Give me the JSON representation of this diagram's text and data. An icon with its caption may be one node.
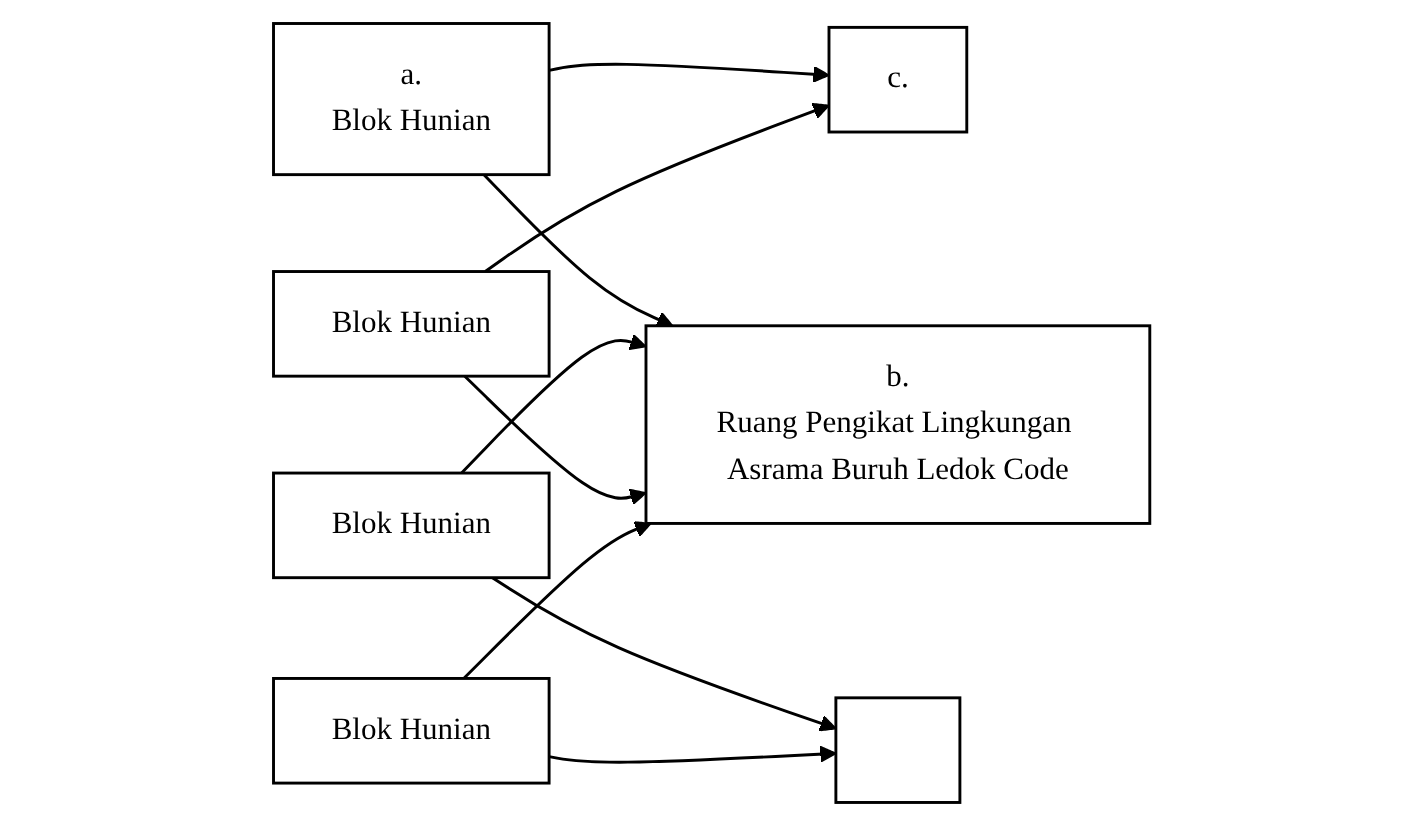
{
  "diagram": {
    "nodes": [
      {
        "text": [
          "a.",
          "Blok Hunian"
        ]
      },
      {
        "text": [
          "b.",
          "Ruang Pengikat Lingkungan Asrama Buruh Ledok Code"
        ]
      },
      {
        "text": [
          "Blok Hunian"
        ]
      },
      {
        "text": [
          "c."
        ]
      },
      {
        "text": [],
        "shape": "box"
      },
      {
        "text": [
          "Blok Hunian"
        ]
      },
      {
        "text": [
          "Blok Hunian"
        ]
      }
    ],
    "edges": [
      {
        "from": 0,
        "to": 1,
        "arrow": "to"
      },
      {
        "from": 0,
        "to": 3,
        "arrow": "to"
      },
      {
        "from": 2,
        "to": 1,
        "arrow": "to"
      },
      {
        "from": 2,
        "to": 4,
        "arrow": "to"
      },
      {
        "from": 5,
        "to": 3,
        "arrow": "to"
      },
      {
        "from": 5,
        "to": 1,
        "arrow": "to"
      },
      {
        "from": 6,
        "to": 4,
        "arrow": "to"
      },
      {
        "from": 6,
        "to": 1,
        "arrow": "to"
      }
    ]
  }
}
